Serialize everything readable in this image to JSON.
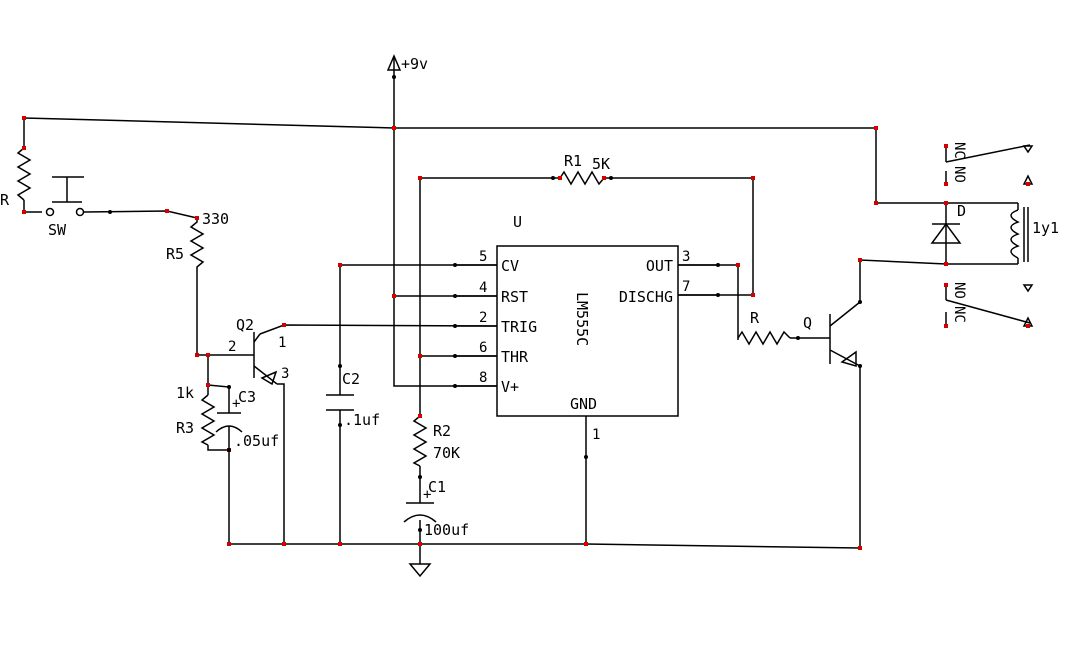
{
  "supply": {
    "label": "+9v"
  },
  "ic": {
    "ref": "U",
    "part": "LM555C",
    "pins_left": [
      {
        "num": "5",
        "name": "CV"
      },
      {
        "num": "4",
        "name": "RST"
      },
      {
        "num": "2",
        "name": "TRIG"
      },
      {
        "num": "6",
        "name": "THR"
      },
      {
        "num": "8",
        "name": "V+"
      }
    ],
    "pins_right": [
      {
        "num": "3",
        "name": "OUT"
      },
      {
        "num": "7",
        "name": "DISCHG"
      }
    ],
    "pin_bottom": {
      "num": "1",
      "name": "GND"
    }
  },
  "components": {
    "r_top": {
      "ref": "R",
      "value": ""
    },
    "switch": {
      "ref": "SW"
    },
    "r5": {
      "ref": "R5",
      "value": "330"
    },
    "q2": {
      "ref": "Q2",
      "pin_base": "2",
      "pin_collector": "1",
      "pin_emitter": "3"
    },
    "r3": {
      "ref": "R3",
      "value": "1k"
    },
    "c3": {
      "ref": "C3",
      "value": ".05uf"
    },
    "c2": {
      "ref": "C2",
      "value": ".1uf"
    },
    "r1": {
      "ref": "R1",
      "value": "5K"
    },
    "r2": {
      "ref": "R2",
      "value": "70K"
    },
    "c1": {
      "ref": "C1",
      "value": "100uf"
    },
    "r_base": {
      "ref": "R"
    },
    "q": {
      "ref": "Q"
    },
    "diode": {
      "ref": "D"
    },
    "relay": {
      "ref": "1y1",
      "contact_labels": [
        "NC",
        "NO",
        "NO",
        "NC"
      ]
    }
  }
}
